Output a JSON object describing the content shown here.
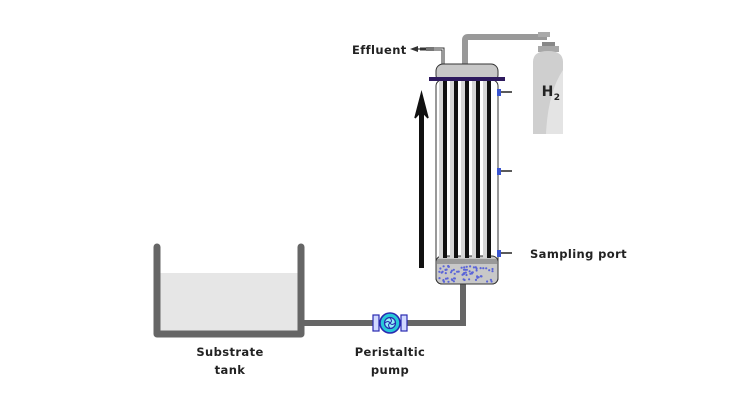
{
  "diagram": {
    "type": "process-flow",
    "title": "",
    "components": [
      {
        "id": "substrate-tank",
        "kind": "tank",
        "label_line1": "Substrate",
        "label_line2": "tank"
      },
      {
        "id": "peristaltic-pump",
        "kind": "pump",
        "label_line1": "Peristaltic",
        "label_line2": "pump"
      },
      {
        "id": "membrane-reactor",
        "kind": "column",
        "fiber_count": 5
      },
      {
        "id": "h2-cylinder",
        "kind": "gas-cylinder",
        "label_main": "H",
        "label_sub": "2"
      }
    ],
    "labels": {
      "effluent": "Effluent",
      "sampling_port": "Sampling port",
      "tank_line1": "Substrate",
      "tank_line2": "tank",
      "pump_line1": "Peristaltic",
      "pump_line2": "pump",
      "gas_main": "H",
      "gas_sub": "2"
    },
    "flows": [
      {
        "from": "substrate-tank",
        "to": "peristaltic-pump"
      },
      {
        "from": "peristaltic-pump",
        "to": "membrane-reactor",
        "direction": "upflow"
      },
      {
        "from": "h2-cylinder",
        "to": "membrane-reactor"
      },
      {
        "from": "membrane-reactor",
        "to": "effluent"
      }
    ],
    "sampling_ports": 3,
    "colors": {
      "pipe": "#666666",
      "tank_liquid": "#e6e6e6",
      "column_body": "#ffffff",
      "column_cap": "#c8c8c8",
      "flange": "#2e1a5e",
      "fiber": "#111111",
      "granules": "#5a64d8",
      "pump_body": "#27c8d8",
      "pump_outline": "#2a2ab0",
      "cylinder": "#d4d4d4"
    }
  }
}
